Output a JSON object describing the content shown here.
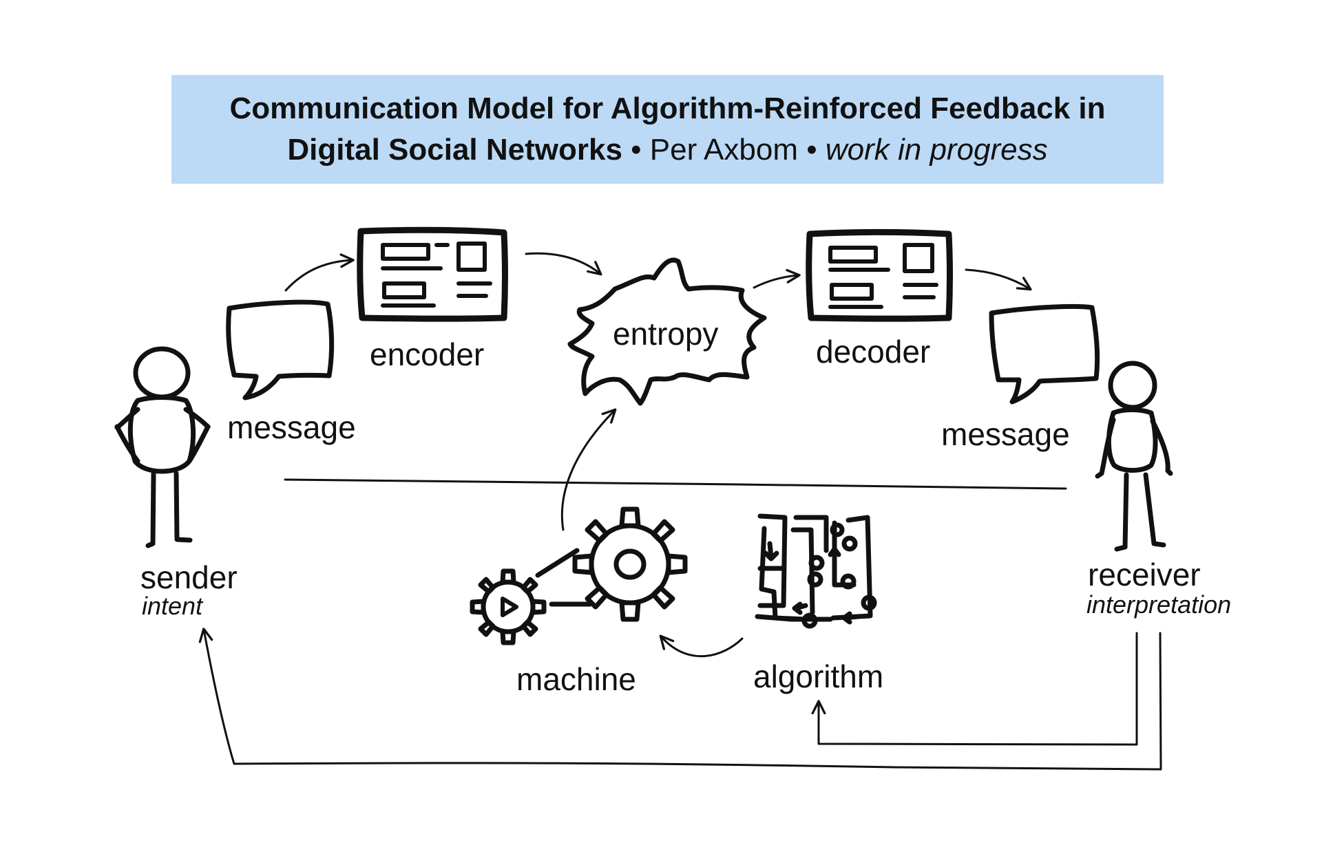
{
  "title": {
    "line1": "Communication Model for Algorithm-Reinforced Feedback in",
    "line2_bold": "Digital Social Networks",
    "sep1": " • ",
    "author": "Per Axbom",
    "sep2": " • ",
    "status": "work in progress"
  },
  "labels": {
    "encoder": "encoder",
    "entropy": "entropy",
    "decoder": "decoder",
    "message_left": "message",
    "message_right": "message",
    "sender": "sender",
    "sender_sub": "intent",
    "receiver": "receiver",
    "receiver_sub": "interpretation",
    "machine": "machine",
    "algorithm": "algorithm"
  }
}
